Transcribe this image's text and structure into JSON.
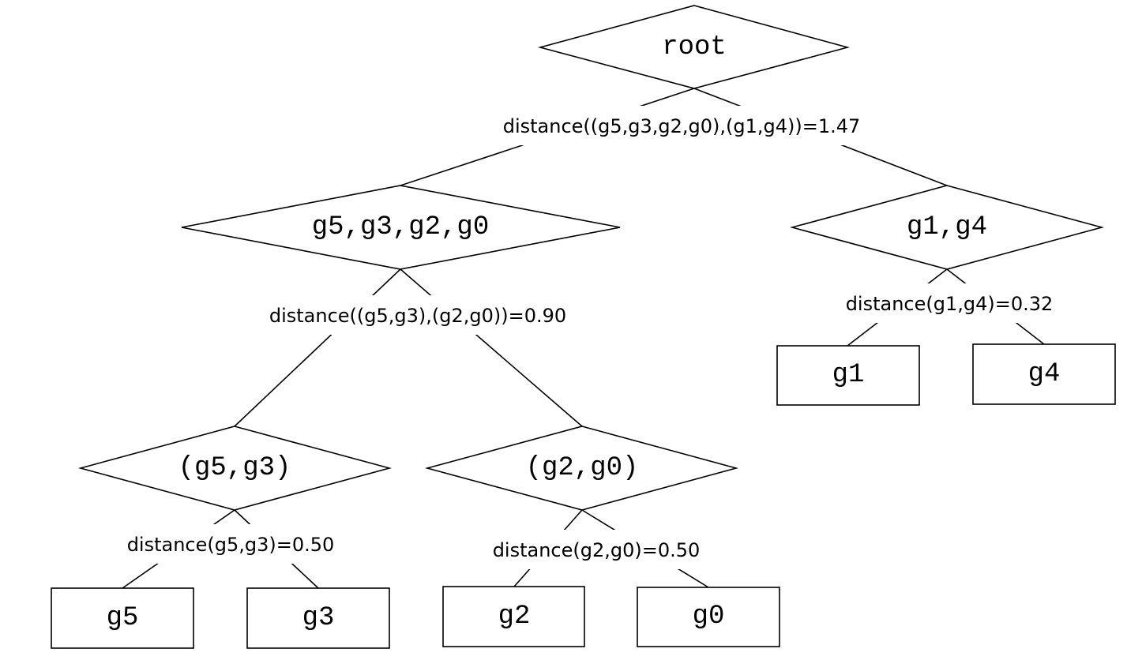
{
  "nodes": {
    "root": {
      "label": "root"
    },
    "g5g3g2g0": {
      "label": "g5,g3,g2,g0"
    },
    "g1g4": {
      "label": "g1,g4"
    },
    "g5g3": {
      "label": "(g5,g3)"
    },
    "g2g0": {
      "label": "(g2,g0)"
    }
  },
  "leaves": {
    "g5": {
      "label": "g5"
    },
    "g3": {
      "label": "g3"
    },
    "g2": {
      "label": "g2"
    },
    "g0": {
      "label": "g0"
    },
    "g1": {
      "label": "g1"
    },
    "g4": {
      "label": "g4"
    }
  },
  "distances": {
    "root": "distance((g5,g3,g2,g0),(g1,g4))=1.47",
    "g5g3g2g0": "distance((g5,g3),(g2,g0))=0.90",
    "g1g4": "distance(g1,g4)=0.32",
    "g5g3": "distance(g5,g3)=0.50",
    "g2g0": "distance(g2,g0)=0.50"
  }
}
